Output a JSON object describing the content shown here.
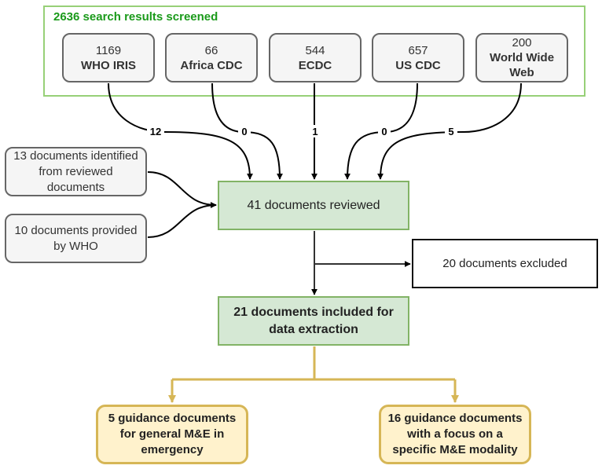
{
  "search_frame": {
    "title": "2636 search results screened"
  },
  "sources": [
    {
      "count": "1169",
      "name": "WHO IRIS",
      "edge_label": "12"
    },
    {
      "count": "66",
      "name": "Africa CDC",
      "edge_label": "0"
    },
    {
      "count": "544",
      "name": "ECDC",
      "edge_label": "1"
    },
    {
      "count": "657",
      "name": "US CDC",
      "edge_label": "0"
    },
    {
      "count": "200",
      "name": "World Wide Web",
      "edge_label": "5"
    }
  ],
  "extra_sources": [
    {
      "text": "13 documents identified from reviewed documents"
    },
    {
      "text": "10 documents provided by WHO"
    }
  ],
  "reviewed": {
    "text": "41 documents reviewed"
  },
  "excluded": {
    "text": "20 documents excluded"
  },
  "included": {
    "text": "21 documents included for data extraction"
  },
  "outcomes": [
    {
      "text": "5 guidance documents for general M&E in emergency"
    },
    {
      "text": "16 guidance documents with a focus on a specific M&E modality"
    }
  ],
  "colors": {
    "frame_border": "#97d077",
    "title_green": "#1a9a1a",
    "green_fill": "#d5e8d4",
    "green_border": "#82b366",
    "yellow_fill": "#fff2cc",
    "yellow_border": "#d6b656",
    "grey_fill": "#f5f5f5"
  }
}
